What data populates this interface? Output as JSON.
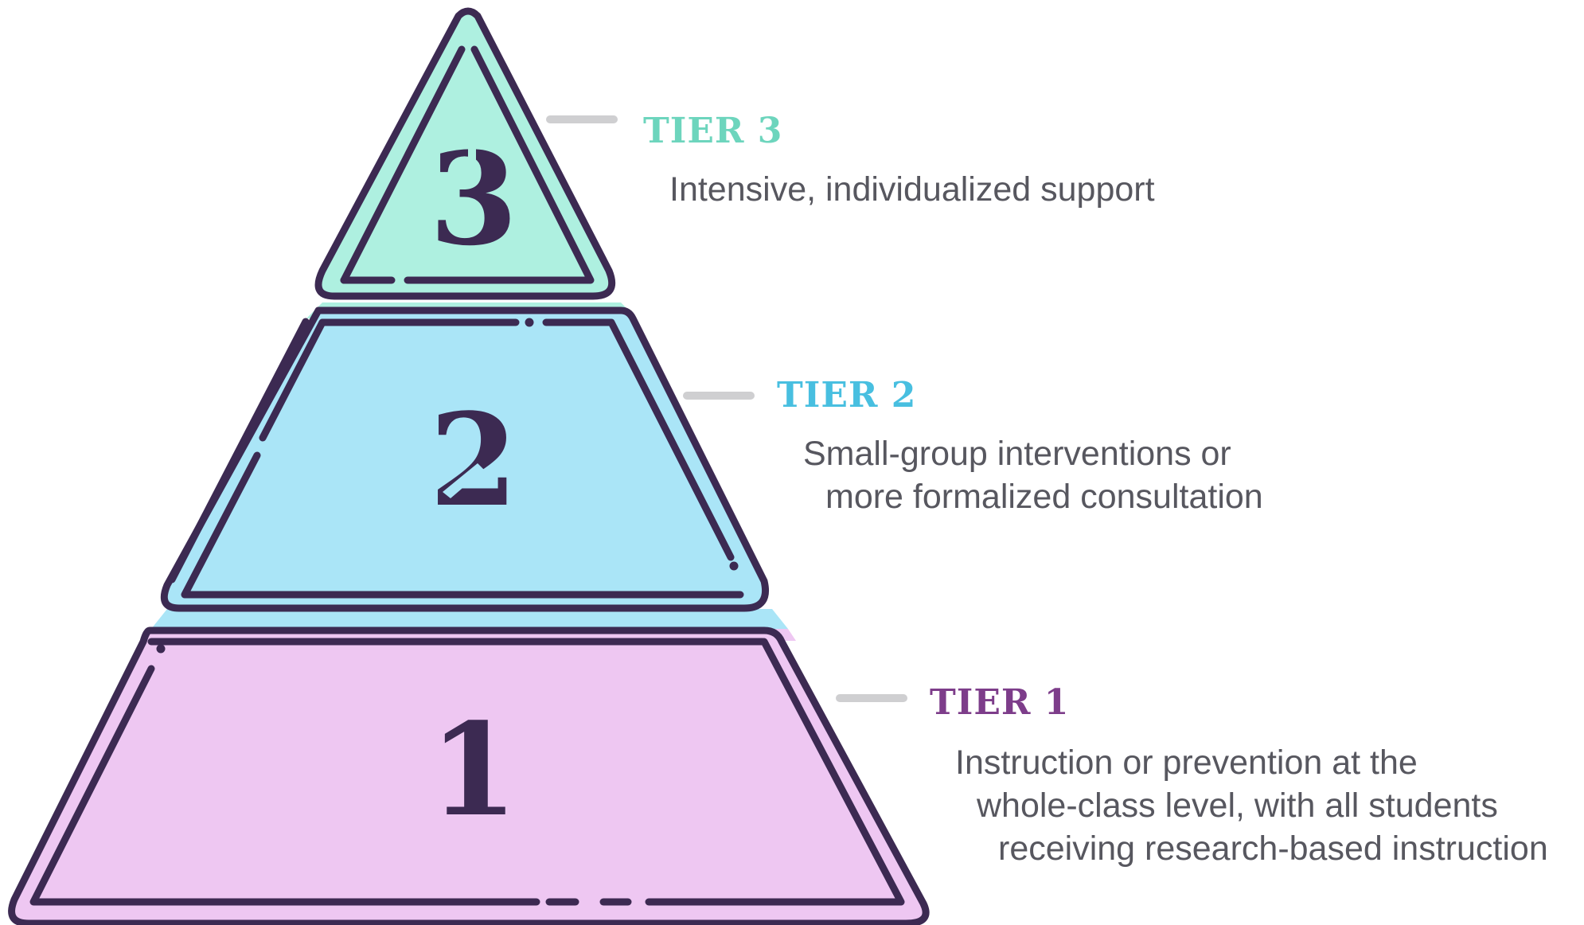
{
  "colors": {
    "outline": "#3c2a52",
    "tier3_fill": "#aef0e0",
    "tier2_fill": "#aae5f7",
    "tier1_fill": "#eec7f2",
    "tier3_heading": "#6dd5bd",
    "tier2_heading": "#48bfe0",
    "tier1_heading": "#7d3d8a",
    "connector": "#cfcfd1",
    "desc_text": "#57575f"
  },
  "tiers": [
    {
      "number": "3",
      "heading": "TIER 3",
      "description": [
        "Intensive, individualized support"
      ]
    },
    {
      "number": "2",
      "heading": "TIER 2",
      "description": [
        "Small-group interventions or",
        "more formalized consultation"
      ]
    },
    {
      "number": "1",
      "heading": "TIER 1",
      "description": [
        "Instruction or prevention at the",
        "whole-class level, with all students",
        "receiving research-based instruction"
      ]
    }
  ]
}
